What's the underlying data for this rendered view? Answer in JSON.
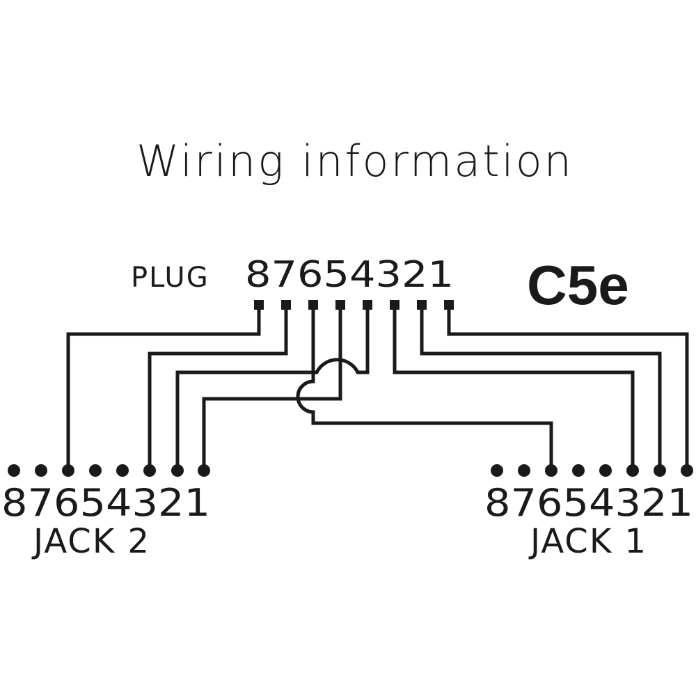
{
  "title": "Wiring information",
  "badge": "C5e",
  "plug": {
    "label": "PLUG",
    "pins": "87654321"
  },
  "jack2": {
    "pins": "87654321",
    "label": "JACK 2"
  },
  "jack1": {
    "pins": "87654321",
    "label": "JACK 1"
  }
}
